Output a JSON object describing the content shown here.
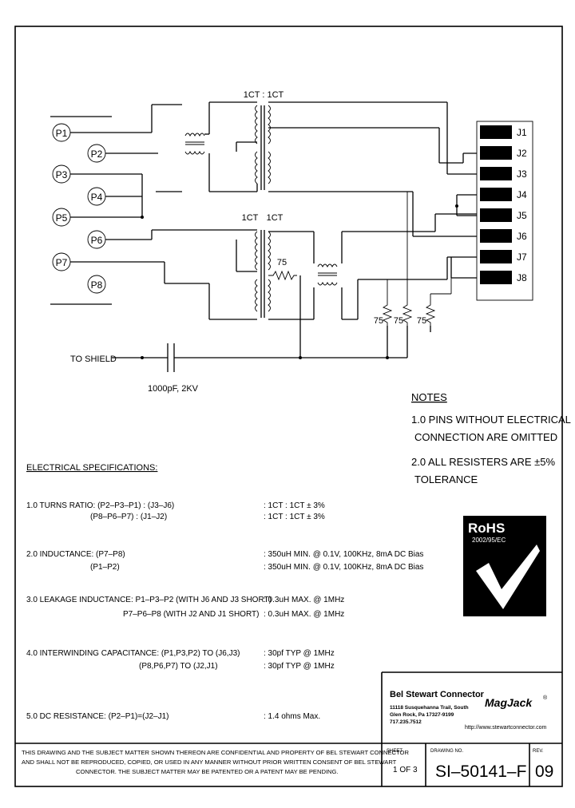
{
  "schematic": {
    "pins_left": [
      "P1",
      "P2",
      "P3",
      "P4",
      "P5",
      "P6",
      "P7",
      "P8"
    ],
    "pins_right": [
      "J1",
      "J2",
      "J3",
      "J4",
      "J5",
      "J6",
      "J7",
      "J8"
    ],
    "transformer_top_label": "1CT : 1CT",
    "transformer_bottom_label_left": "1CT",
    "transformer_bottom_label_right": "1CT",
    "resistor_value": "75",
    "shield_label": "TO SHIELD",
    "capacitor_label": "1000pF, 2KV"
  },
  "notes": {
    "heading": "NOTES",
    "line1": "1.0 PINS WITHOUT ELECTRICAL",
    "line2": "CONNECTION ARE OMITTED",
    "line3": "2.0 ALL RESISTERS ARE ±5%",
    "line4": "TOLERANCE"
  },
  "specs": {
    "heading": "ELECTRICAL SPECIFICATIONS:",
    "rows": [
      {
        "left": "1.0  TURNS RATIO: (P2–P3–P1) : (J3–J6)",
        "right": ":  1CT : 1CT ± 3%"
      },
      {
        "left": "(P8–P6–P7) : (J1–J2)",
        "right": ":  1CT : 1CT ± 3%"
      },
      {
        "left": "2.0  INDUCTANCE:  (P7–P8)",
        "right": ":  350uH MIN. @ 0.1V, 100KHz, 8mA DC Bias"
      },
      {
        "left": "(P1–P2)",
        "right": ":  350uH MIN. @ 0.1V, 100KHz, 8mA DC Bias"
      },
      {
        "left": "3.0  LEAKAGE INDUCTANCE:  P1–P3–P2  (WITH J6 AND J3 SHORT)",
        "right": ":  0.3uH MAX. @ 1MHz"
      },
      {
        "left": "P7–P6–P8  (WITH J2 AND J1 SHORT)",
        "right": ":  0.3uH MAX. @ 1MHz"
      },
      {
        "left": "4.0  INTERWINDING CAPACITANCE:  (P1,P3,P2)  TO  (J6,J3)",
        "right": ":  30pf TYP @ 1MHz"
      },
      {
        "left": "(P8,P6,P7)  TO  (J2,J1)",
        "right": ":  30pf TYP @ 1MHz"
      },
      {
        "left": "5.0  DC RESISTANCE:  (P2–P1)=(J2–J1)",
        "right": ":  1.4 ohms Max."
      }
    ]
  },
  "rohs": {
    "title": "RoHS",
    "subtitle": "2002/95/EC"
  },
  "company": {
    "name": "Bel Stewart Connector",
    "address1": "11118 Susquehanna Trail, South",
    "address2": "Glen Rock, Pa  17327-9199",
    "phone": "717.235.7512",
    "logo": "MagJack",
    "url": "http://www.stewartconnector.com"
  },
  "footer": {
    "disclaimer1": "THIS DRAWING AND THE SUBJECT MATTER SHOWN THEREON ARE CONFIDENTIAL AND PROPERTY OF BEL STEWART CONNECTOR",
    "disclaimer2": "AND SHALL NOT BE REPRODUCED, COPIED, OR USED IN ANY MANNER WITHOUT PRIOR WRITTEN CONSENT OF BEL STEWART",
    "disclaimer3": "CONNECTOR.  THE SUBJECT MATTER MAY BE PATENTED OR A PATENT MAY BE PENDING.",
    "sheet_label": "SHEET",
    "sheet_value": "1 OF 3",
    "drawing_label": "DRAWING NO.",
    "drawing_value": "SI–50141–F",
    "rev_label": "REV.",
    "rev_value": "09"
  }
}
